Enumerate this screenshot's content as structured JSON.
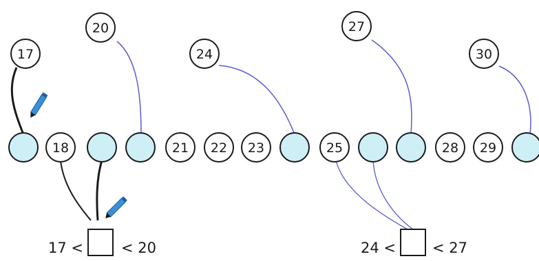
{
  "top_circles": [
    {
      "id": "t17",
      "label": "17"
    },
    {
      "id": "t20",
      "label": "20"
    },
    {
      "id": "t24",
      "label": "24"
    },
    {
      "id": "t27",
      "label": "27"
    },
    {
      "id": "t30",
      "label": "30"
    }
  ],
  "row": [
    {
      "id": "r0",
      "label": "",
      "blank": true
    },
    {
      "id": "r1",
      "label": "18",
      "blank": false
    },
    {
      "id": "r2",
      "label": "",
      "blank": true
    },
    {
      "id": "r3",
      "label": "",
      "blank": true
    },
    {
      "id": "r4",
      "label": "21",
      "blank": false
    },
    {
      "id": "r5",
      "label": "22",
      "blank": false
    },
    {
      "id": "r6",
      "label": "23",
      "blank": false
    },
    {
      "id": "r7",
      "label": "",
      "blank": true
    },
    {
      "id": "r8",
      "label": "25",
      "blank": false
    },
    {
      "id": "r9",
      "label": "",
      "blank": true
    },
    {
      "id": "r10",
      "label": "",
      "blank": true
    },
    {
      "id": "r11",
      "label": "28",
      "blank": false
    },
    {
      "id": "r12",
      "label": "29",
      "blank": false
    },
    {
      "id": "r13",
      "label": "",
      "blank": true
    }
  ],
  "inequalities": [
    {
      "left": "17 <",
      "right": "< 20"
    },
    {
      "left": "24 <",
      "right": "< 27"
    }
  ],
  "colors": {
    "blank_fill": "#cfeff7",
    "stroke": "#1a1a1a",
    "connector_blue": "#5b5bd0",
    "connector_black": "#1a1a1a",
    "pencil": "#3a8fd8"
  }
}
